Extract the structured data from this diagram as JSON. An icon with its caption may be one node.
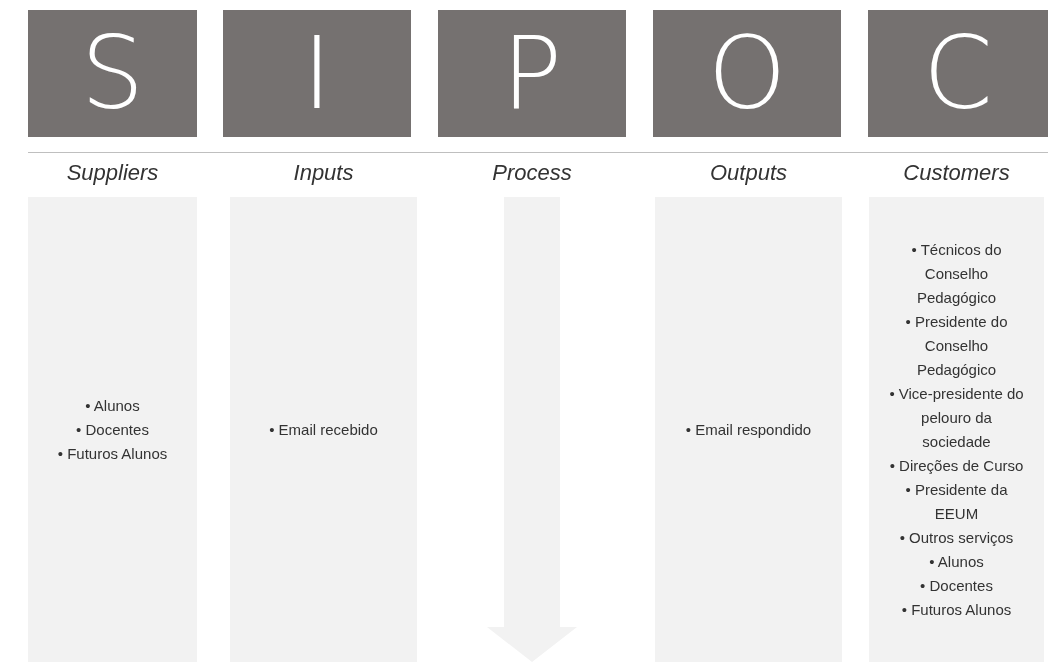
{
  "diagram": {
    "nodes": [
      {
        "text": [
          "S"
        ]
      },
      {
        "text": [
          "I"
        ]
      },
      {
        "text": [
          "P"
        ]
      },
      {
        "text": [
          "O"
        ]
      },
      {
        "text": [
          "C"
        ]
      },
      {
        "text": [
          "Suppliers",
          "• Alunos",
          "• Docentes",
          "• Futuros Alunos"
        ]
      },
      {
        "text": [
          "Inputs",
          "• Email recebido"
        ]
      },
      {
        "text": [
          "Process"
        ]
      },
      {
        "text": [
          "Outputs",
          "• Email respondido"
        ]
      },
      {
        "text": [
          "Customers",
          "• Técnicos do Conselho Pedagógico",
          "• Presidente do Conselho Pedagógico",
          "• Vice-presidente do pelouro da sociedade",
          "• Direções de Curso",
          "• Presidente da EEUM",
          "• Outros serviços",
          "• Alunos",
          "• Docentes",
          "• Futuros Alunos"
        ]
      }
    ]
  }
}
